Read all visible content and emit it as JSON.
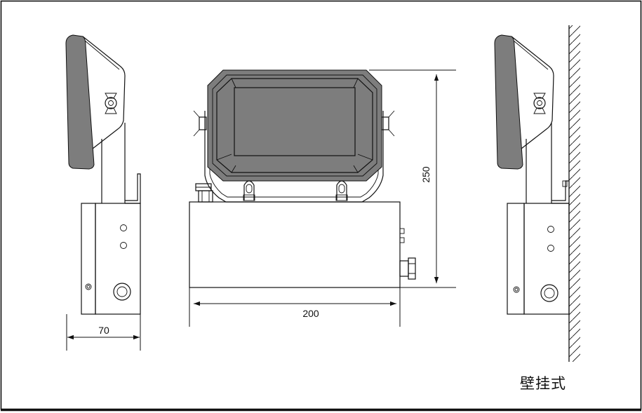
{
  "dimensions": {
    "depth": "70",
    "width": "200",
    "height": "250"
  },
  "caption": "壁挂式"
}
